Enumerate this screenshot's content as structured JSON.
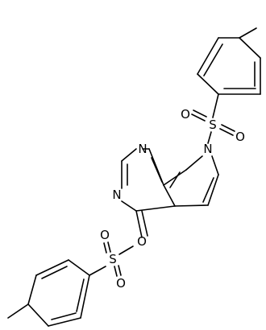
{
  "atoms": [
    {
      "id": "n7",
      "label": "N"
    },
    {
      "id": "n1",
      "label": "N"
    },
    {
      "id": "n3",
      "label": "N"
    },
    {
      "id": "s_top",
      "label": "S"
    },
    {
      "id": "o_top1",
      "label": "O"
    },
    {
      "id": "o_top2",
      "label": "O"
    },
    {
      "id": "o_link",
      "label": "O"
    },
    {
      "id": "s_bot",
      "label": "S"
    },
    {
      "id": "o_bot1",
      "label": "O"
    },
    {
      "id": "o_bot2",
      "label": "O"
    }
  ]
}
